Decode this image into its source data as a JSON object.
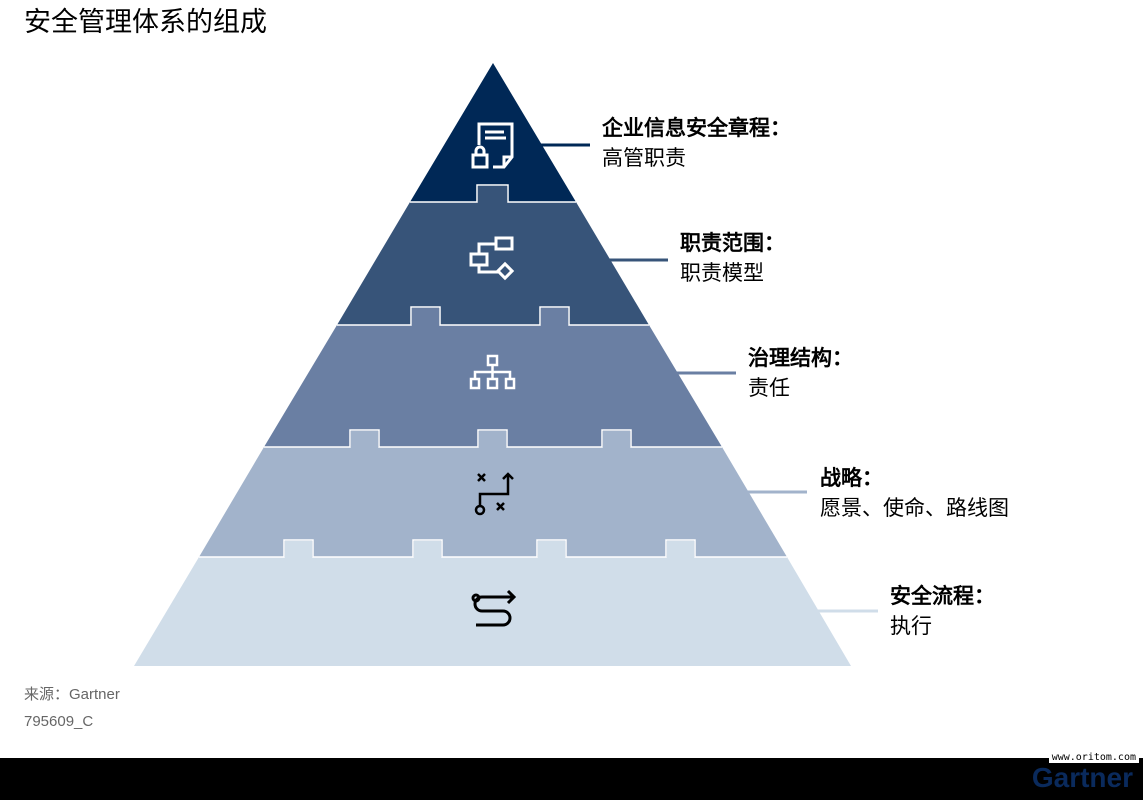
{
  "title": "安全管理体系的组成",
  "layers": [
    {
      "heading": "企业信息安全章程：",
      "sub": "高管职责",
      "icon": "secure-document-icon",
      "color": "#002856"
    },
    {
      "heading": "职责范围：",
      "sub": "职责模型",
      "icon": "flowchart-icon",
      "color": "#375479"
    },
    {
      "heading": "治理结构：",
      "sub": "责任",
      "icon": "org-chart-icon",
      "color": "#6a7fa3"
    },
    {
      "heading": "战略：",
      "sub": "愿景、使命、路线图",
      "icon": "strategy-path-icon",
      "color": "#a2b3cb"
    },
    {
      "heading": "安全流程：",
      "sub": "执行",
      "icon": "process-flow-icon",
      "color": "#d0dde9"
    }
  ],
  "source": "来源：Gartner",
  "doc_id": "795609_C",
  "watermark": "www.oritom.com",
  "logo": "Gartner"
}
